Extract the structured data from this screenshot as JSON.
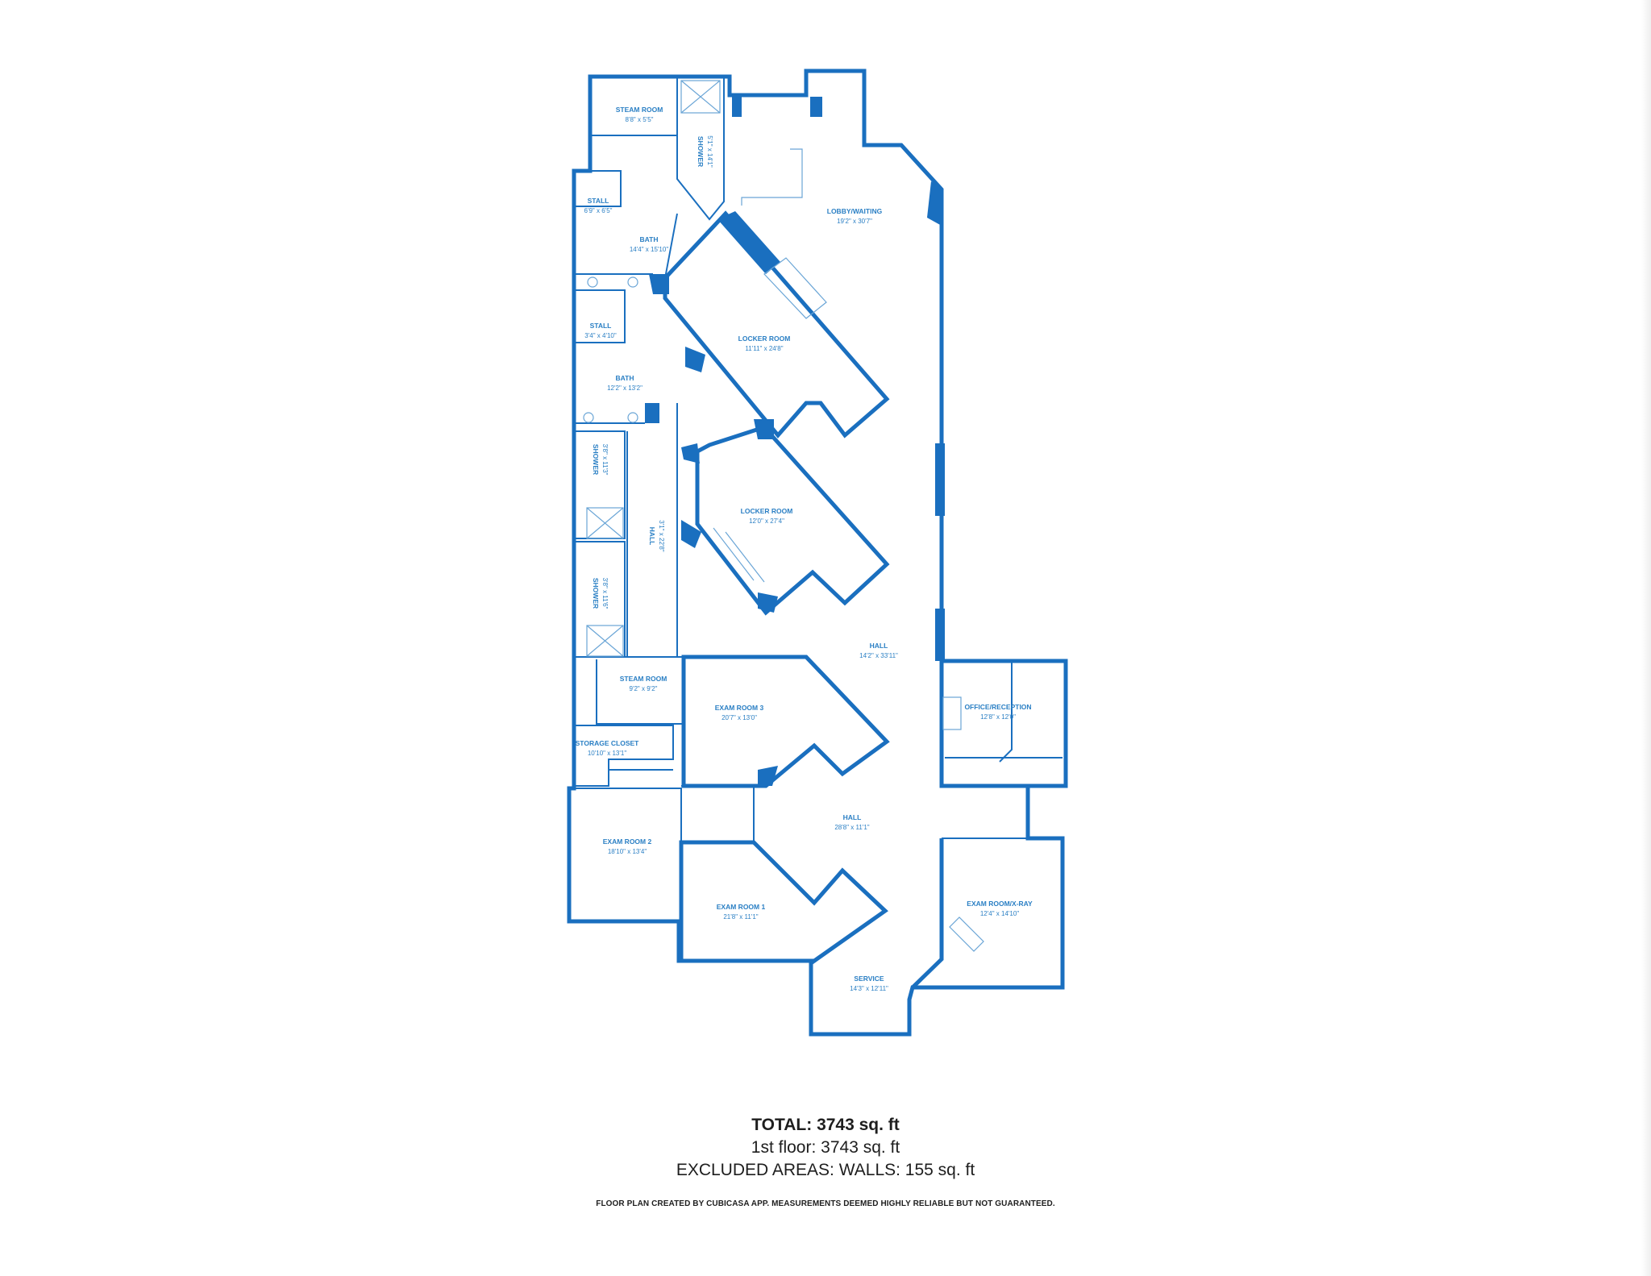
{
  "rooms": {
    "steam_room_top": {
      "name": "STEAM ROOM",
      "dim": "8'8\" x 5'5\""
    },
    "shower_top": {
      "name": "SHOWER",
      "dim": "5'1\" x 14'1\""
    },
    "stall_top": {
      "name": "STALL",
      "dim": "6'9\" x 6'5\""
    },
    "bath_top": {
      "name": "BATH",
      "dim": "14'4\" x 15'10\""
    },
    "lobby": {
      "name": "LOBBY/WAITING",
      "dim": "19'2\" x 30'7\""
    },
    "stall_mid": {
      "name": "STALL",
      "dim": "3'4\" x 4'10\""
    },
    "locker_room_1": {
      "name": "LOCKER ROOM",
      "dim": "11'11\" x 24'8\""
    },
    "bath_mid": {
      "name": "BATH",
      "dim": "12'2\" x 13'2\""
    },
    "shower_mid": {
      "name": "SHOWER",
      "dim": "3'8\" x 11'3\""
    },
    "hall_narrow": {
      "name": "HALL",
      "dim": "3'1\" x 22'8\""
    },
    "locker_room_2": {
      "name": "LOCKER ROOM",
      "dim": "12'0\" x 27'4\""
    },
    "shower_low": {
      "name": "SHOWER",
      "dim": "3'8\" x 11'6\""
    },
    "hall_main": {
      "name": "HALL",
      "dim": "14'2\" x 33'11\""
    },
    "steam_room_low": {
      "name": "STEAM ROOM",
      "dim": "9'2\" x 9'2\""
    },
    "exam_room_3": {
      "name": "EXAM ROOM 3",
      "dim": "20'7\" x 13'0\""
    },
    "office": {
      "name": "OFFICE/RECEPTION",
      "dim": "12'8\" x 12'0\""
    },
    "storage_closet": {
      "name": "STORAGE CLOSET",
      "dim": "10'10\" x 13'1\""
    },
    "hall_low": {
      "name": "HALL",
      "dim": "28'8\" x 11'1\""
    },
    "exam_room_2": {
      "name": "EXAM ROOM 2",
      "dim": "18'10\" x 13'4\""
    },
    "exam_room_1": {
      "name": "EXAM ROOM 1",
      "dim": "21'8\" x 11'1\""
    },
    "exam_room_bay": {
      "name": "EXAM ROOM/X-RAY",
      "dim": "12'4\" x 14'10\""
    },
    "service": {
      "name": "SERVICE",
      "dim": "14'3\" x 12'11\""
    }
  },
  "summary": {
    "total": "TOTAL: 3743 sq. ft",
    "floor": "1st floor: 3743 sq. ft",
    "excluded": "EXCLUDED AREAS: WALLS: 155 sq. ft",
    "disclaimer": "FLOOR PLAN CREATED BY CUBICASA APP. MEASUREMENTS DEEMED HIGHLY RELIABLE BUT NOT GUARANTEED."
  },
  "colors": {
    "wall": "#1a6fbf",
    "label": "#2a7fc4",
    "fixture": "#6aa5d6"
  }
}
